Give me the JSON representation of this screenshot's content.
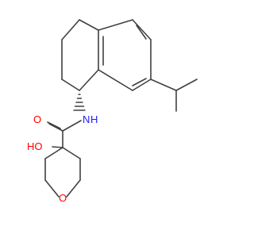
{
  "molecule": {
    "atoms": {
      "n": "N",
      "h_on_n": "H",
      "o_carbonyl": "O",
      "o_hydroxyl": "HO",
      "o_ring": "O"
    },
    "colors": {
      "bond": "#404040",
      "nitrogen": "#1a1aff",
      "oxygen": "#ff0000",
      "hydroxyl": "#ff0000"
    }
  }
}
